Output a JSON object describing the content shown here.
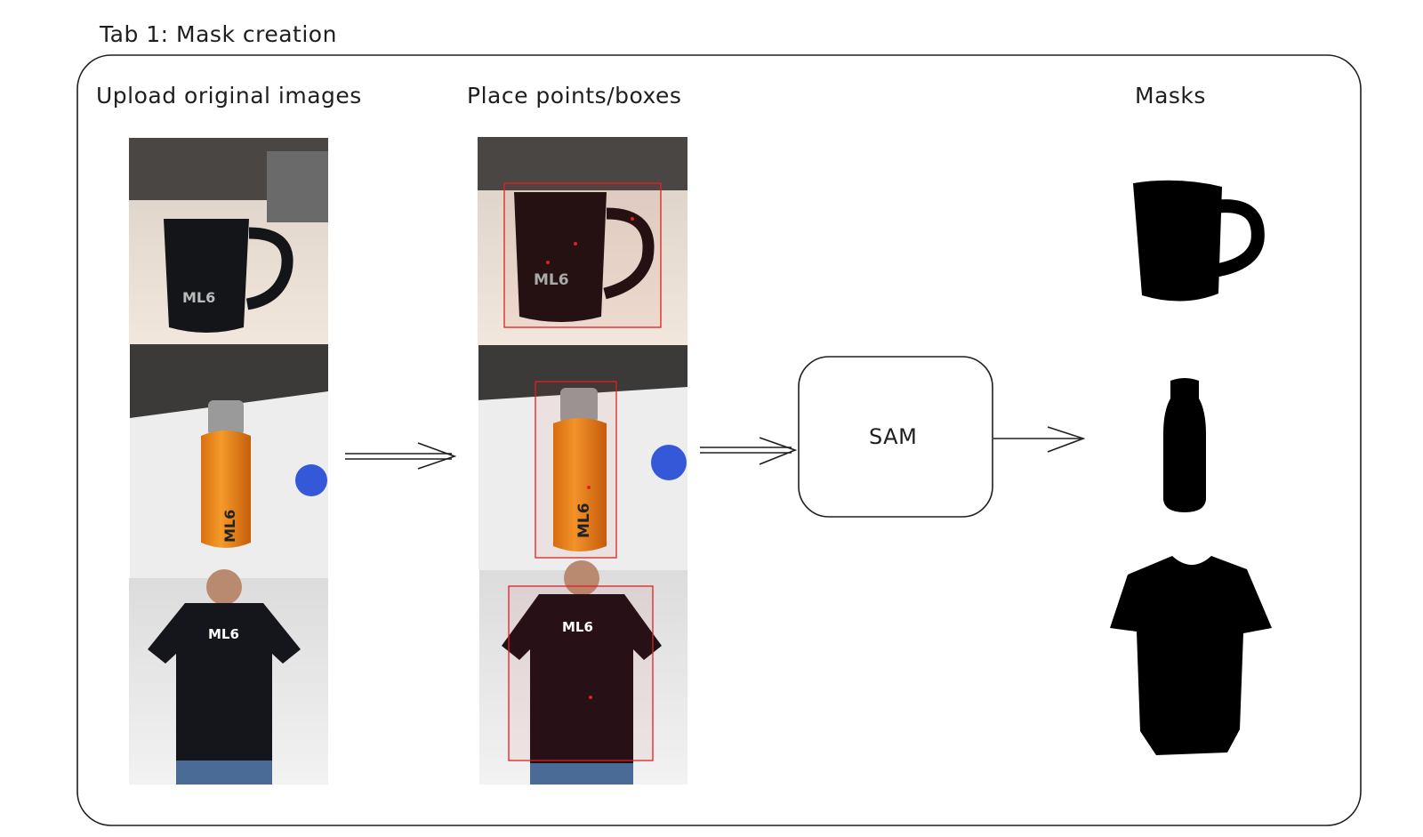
{
  "title": "Tab 1: Mask creation",
  "columns": {
    "upload": "Upload original images",
    "annotate": "Place points/boxes",
    "masks": "Masks"
  },
  "model": {
    "label": "SAM"
  },
  "logo_text": "ML6",
  "items": [
    "mug",
    "bottle",
    "t-shirt"
  ],
  "colors": {
    "stroke": "#1e1e1e",
    "annotation": "#e02020",
    "mask": "#000000"
  }
}
